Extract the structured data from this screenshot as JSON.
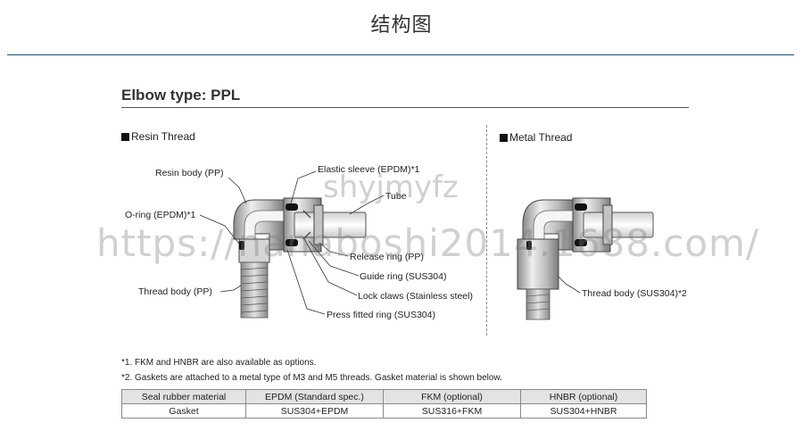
{
  "page_title": "结构图",
  "section_title": "Elbow type: PPL",
  "panels": {
    "resin": "Resin Thread",
    "metal": "Metal Thread"
  },
  "callouts": {
    "resin_body": "Resin body (PP)",
    "elastic_sleeve": "Elastic sleeve (EPDM)*1",
    "tube": "Tube",
    "o_ring": "O-ring (EPDM)*1",
    "release_ring": "Release ring (PP)",
    "guide_ring": "Guide ring (SUS304)",
    "lock_claws": "Lock claws (Stainless steel)",
    "thread_body_pp": "Thread body (PP)",
    "press_fitted_ring": "Press fitted ring (SUS304)",
    "thread_body_sus": "Thread body (SUS304)*2"
  },
  "notes": [
    "*1. FKM and HNBR are also available as options.",
    "*2. Gaskets are attached to a metal type of M3 and M5 threads. Gasket material is shown below."
  ],
  "table": {
    "headers": [
      "Seal rubber material",
      "EPDM (Standard spec.)",
      "FKM (optional)",
      "HNBR (optional)"
    ],
    "rows": [
      [
        "Gasket",
        "SUS304+EPDM",
        "SUS316+FKM",
        "SUS304+HNBR"
      ]
    ]
  },
  "watermarks": [
    "shyjmyfz",
    "https://nanaboshi2014.1688.com/"
  ]
}
